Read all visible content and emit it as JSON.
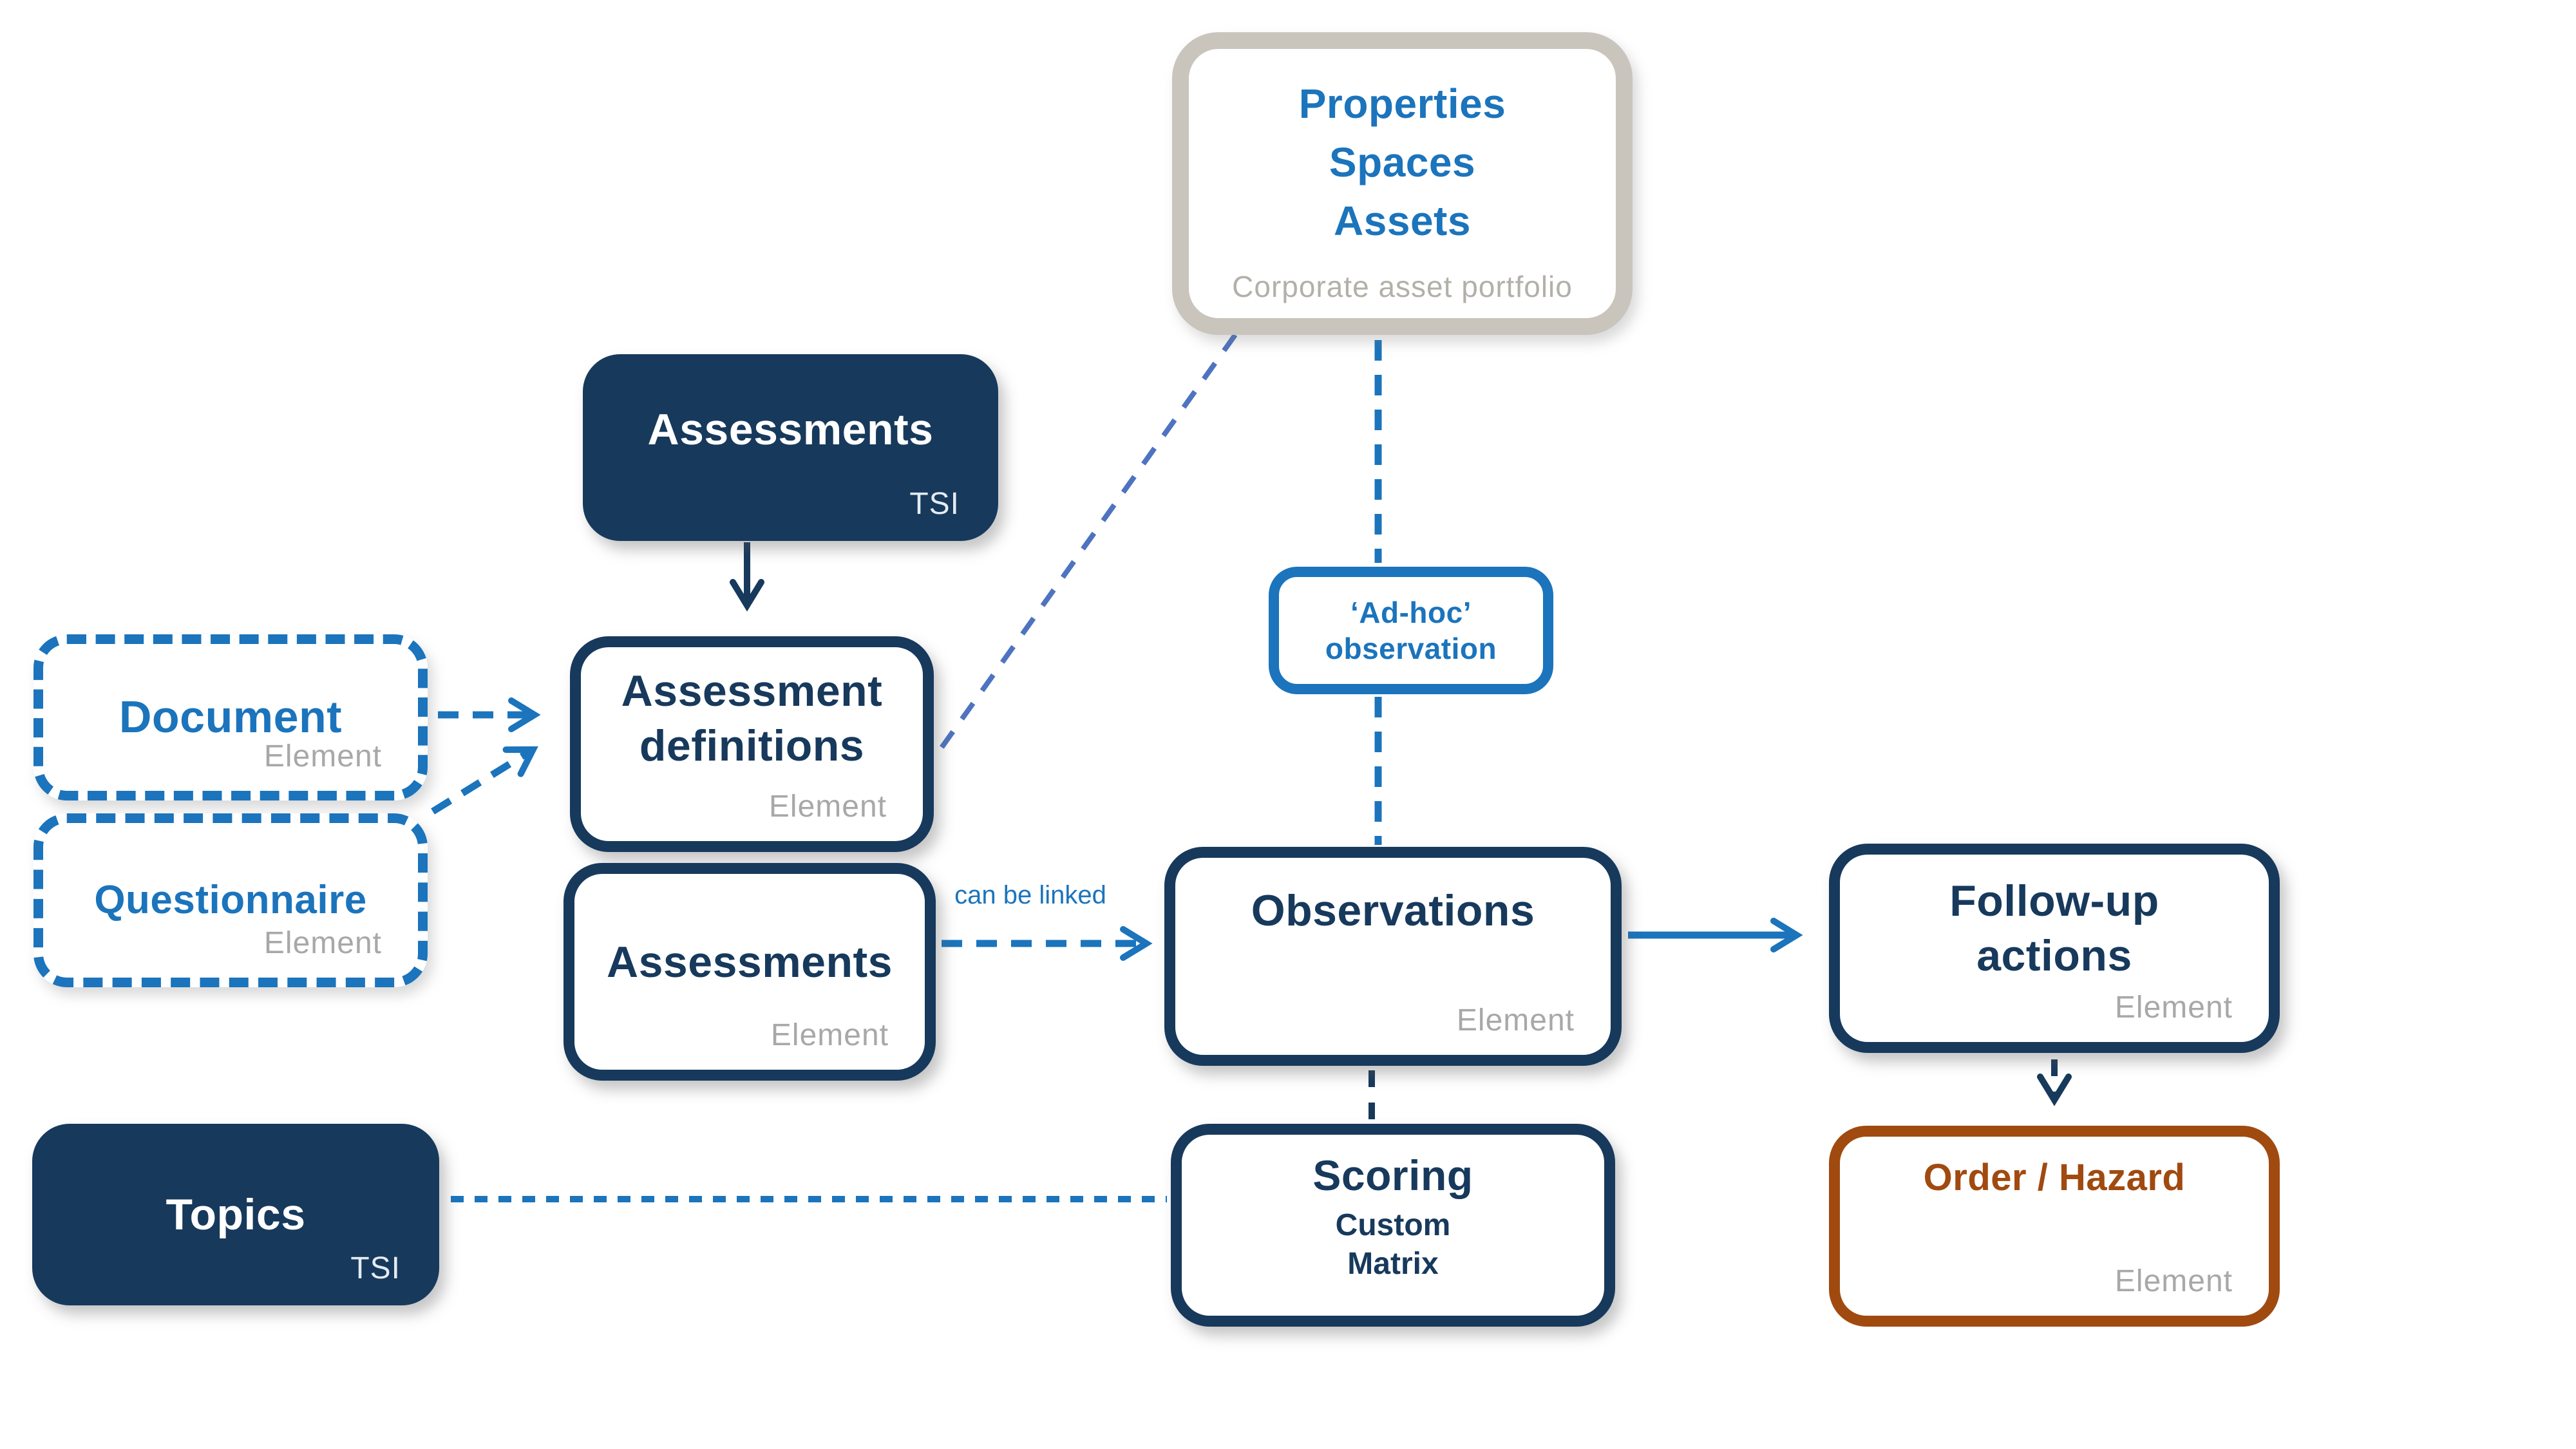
{
  "colors": {
    "navy": "#17395c",
    "blue": "#1b74bc",
    "periwinkle": "#4e73c0",
    "border_gray": "#c9c5bd",
    "text_gray": "#a8a8a8",
    "brown": "#a04a10",
    "tag_on_navy": "#e4ebf2",
    "background": "#ffffff"
  },
  "nodes": {
    "properties": {
      "line1": "Properties",
      "line2": "Spaces",
      "line3": "Assets",
      "caption": "Corporate asset portfolio"
    },
    "assessments_tsi": {
      "title": "Assessments",
      "tag": "TSI"
    },
    "document": {
      "title": "Document",
      "tag": "Element"
    },
    "questionnaire": {
      "title": "Questionnaire",
      "tag": "Element"
    },
    "assessment_definitions": {
      "line1": "Assessment",
      "line2": "definitions",
      "tag": "Element"
    },
    "assessments_element": {
      "title": "Assessments",
      "tag": "Element"
    },
    "adhoc_observation": {
      "line1": "‘Ad-hoc’",
      "line2": "observation"
    },
    "observations": {
      "title": "Observations",
      "tag": "Element"
    },
    "followup_actions": {
      "line1": "Follow-up",
      "line2": "actions",
      "tag": "Element"
    },
    "scoring": {
      "title": "Scoring",
      "sub1": "Custom",
      "sub2": "Matrix"
    },
    "order_hazard": {
      "title": "Order / Hazard",
      "tag": "Element"
    },
    "topics": {
      "title": "Topics",
      "tag": "TSI"
    }
  },
  "labels": {
    "can_be_linked": "can be linked"
  }
}
